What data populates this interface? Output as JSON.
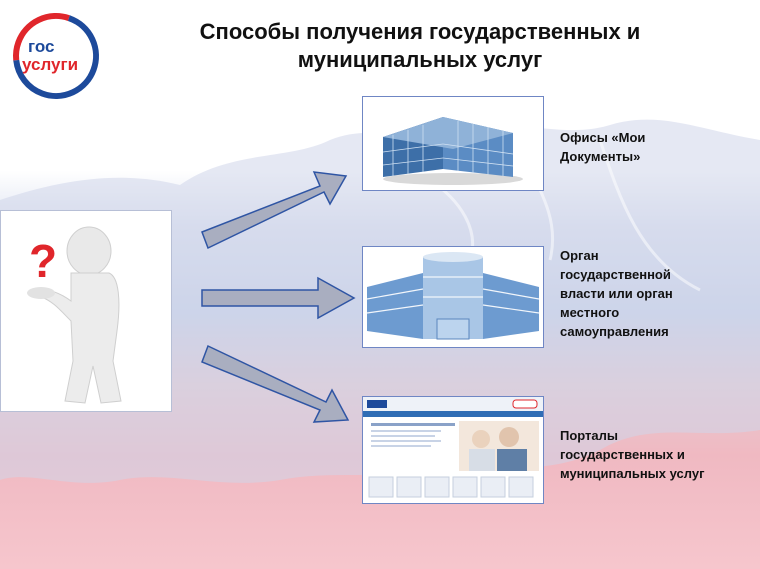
{
  "slide": {
    "title_line1": "Способы получения государственных и",
    "title_line2": "муниципальных услуг"
  },
  "logo": {
    "line1": "гос",
    "line2": "услуги",
    "colors": {
      "blue": "#1d4a9b",
      "red": "#e0262b"
    }
  },
  "options": [
    {
      "label_line1": "Офисы «Мои",
      "label_line2": "Документы»"
    },
    {
      "label_line1": "Орган",
      "label_line2": "государственной",
      "label_line3": "власти или орган",
      "label_line4": "местного",
      "label_line5": "самоуправления"
    },
    {
      "label_line1": "Порталы",
      "label_line2": "государственных и",
      "label_line3": "муниципальных услуг"
    }
  ],
  "colors": {
    "arrow_fill": "#a9aec0",
    "arrow_stroke": "#2f55a4",
    "box_border": "#6f86c4"
  }
}
